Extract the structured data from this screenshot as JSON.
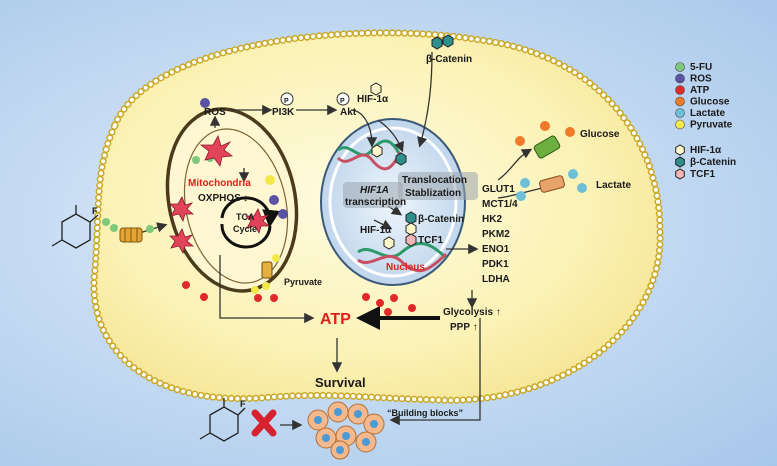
{
  "labels": {
    "ros_top": "ROS",
    "pi3k": "PI3K",
    "akt": "Akt",
    "p1": "P",
    "p2": "P",
    "hif1a_top": "HIF-1α",
    "beta_catenin_top": "β-Catenin",
    "mitochondria": "Mitochondria",
    "oxphos": "OXPHOS",
    "tca_line1": "TCA",
    "tca_line2": "Cycle",
    "pyruvate": "Pyruvate",
    "translocation": "Translocation",
    "stabilization": "Stablization",
    "hif1a_transcription_1": "HIF1A",
    "hif1a_transcription_2": "transcription",
    "beta_catenin_nucleus": "β-Catenin",
    "hif1a_nucleus": "HIF-1α",
    "tcf1_nucleus": "TCF1",
    "nucleus": "Nucleus",
    "glucose": "Glucose",
    "lactate": "Lactate",
    "atp": "ATP",
    "glycolysis": "Glycolysis ↑",
    "ppp": "PPP ↑",
    "survival": "Survival",
    "building_blocks": "“Building blocks”",
    "fluorine": "F",
    "fluorine_bottom": "F",
    "genes": [
      "GLUT1",
      "MCT1/4",
      "HK2",
      "PKM2",
      "ENO1",
      "PDK1",
      "LDHA"
    ]
  },
  "legend": {
    "dots": [
      {
        "label": "5-FU",
        "color": "#7fc77a"
      },
      {
        "label": "ROS",
        "color": "#5b52a3"
      },
      {
        "label": "ATP",
        "color": "#e02a2a"
      },
      {
        "label": "Glucose",
        "color": "#ef7a2c"
      },
      {
        "label": "Lactate",
        "color": "#6cbfd6"
      },
      {
        "label": "Pyruvate",
        "color": "#f1e84a"
      }
    ],
    "hexes": [
      {
        "label": "HIF-1α",
        "color": "#fff6c9"
      },
      {
        "label": "β-Catenin",
        "color": "#2f8f8c"
      },
      {
        "label": "TCF1",
        "color": "#f3b6b6"
      }
    ]
  }
}
